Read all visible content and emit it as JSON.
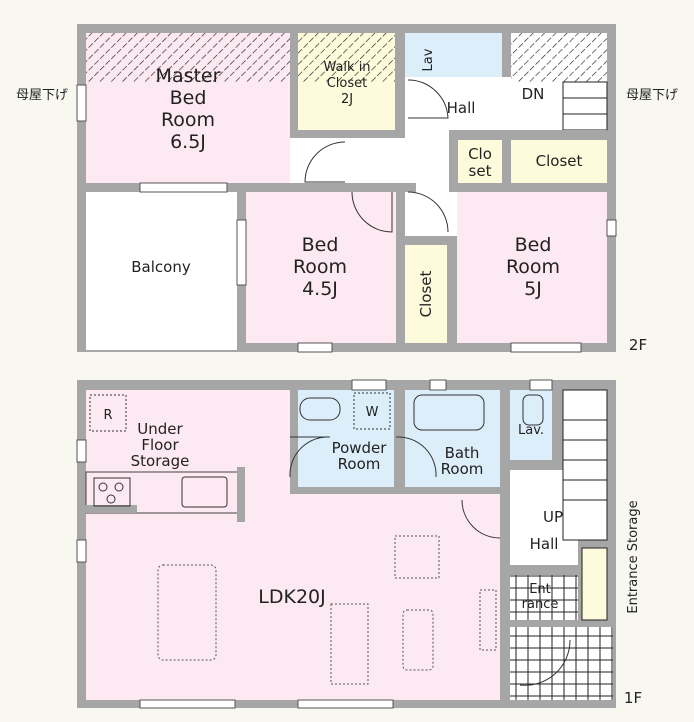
{
  "colors": {
    "wall": "#a6a6a6",
    "pink": "#fde9f1",
    "yellow": "#fdfbdc",
    "blue": "#dbeefa",
    "white": "#ffffff"
  },
  "second_floor": {
    "floor_label": "2F",
    "side_label_left": "母屋下げ",
    "side_label_right": "母屋下げ",
    "rooms": {
      "master": [
        "Master",
        "Bed",
        "Room",
        "6.5J"
      ],
      "wic": [
        "Walk in",
        "Closet",
        "2J"
      ],
      "lav": "Lav",
      "hall": "Hall",
      "dn": "DN",
      "closet_small": [
        "Clo",
        "set"
      ],
      "closet": "Closet",
      "balcony": "Balcony",
      "bed45": [
        "Bed",
        "Room",
        "4.5J"
      ],
      "closet_vertical": "Closet",
      "bed5": [
        "Bed",
        "Room",
        "5J"
      ]
    }
  },
  "first_floor": {
    "floor_label": "1F",
    "rooms": {
      "r_mark": "R",
      "w_mark": "W",
      "under_floor": [
        "Under",
        "Floor",
        "Storage"
      ],
      "powder": [
        "Powder",
        "Room"
      ],
      "bath": [
        "Bath",
        "Room"
      ],
      "lav": "Lav.",
      "up": "UP",
      "hall": "Hall",
      "entrance": [
        "Ent",
        "rance"
      ],
      "entrance_storage": "Entrance Storage",
      "ldk": "LDK20J"
    }
  }
}
